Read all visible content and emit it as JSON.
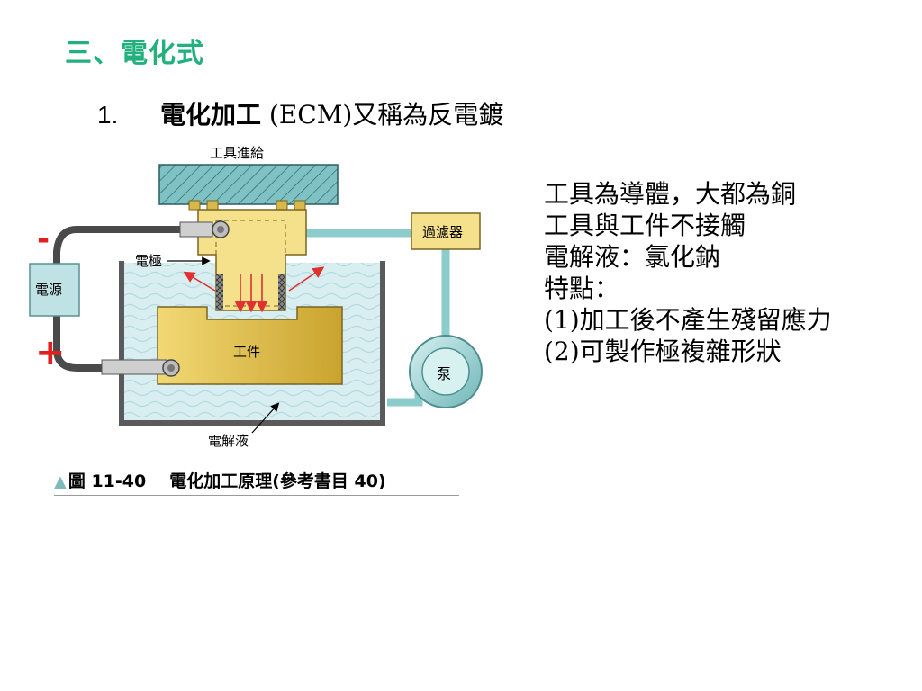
{
  "slide": {
    "title": "三、電化式",
    "subtitle": {
      "number": "1.",
      "bold_text": "電化加工",
      "rest_text": " (ECM)又稱為反電鍍"
    },
    "diagram_labels": {
      "tool_feed": "工具進給",
      "filter": "過濾器",
      "power_supply": "電源",
      "electrode": "電極",
      "workpiece": "工件",
      "pump": "泵",
      "electrolyte": "電解液",
      "minus_sign": "-",
      "plus_sign": "+"
    },
    "caption": {
      "marker": "▲",
      "figure_number": "圖 11-40",
      "text": "電化加工原理(參考書目 40)"
    },
    "notes": [
      "工具為導體，大都為銅",
      "工具與工件不接觸",
      "電解液：氯化鈉",
      "特點：",
      "(1)加工後不產生殘留應力",
      "(2)可製作極複雜形狀"
    ],
    "colors": {
      "title": "#22b07d",
      "tool_feed_plate": "#7fc2c4",
      "electrode_body": "#f5e08c",
      "workpiece": "#e2c24a",
      "electrolyte": "#d8eef0",
      "pipe": "#8ccccd",
      "current_arrow": "#e03030",
      "polarity": "#e02020"
    }
  }
}
